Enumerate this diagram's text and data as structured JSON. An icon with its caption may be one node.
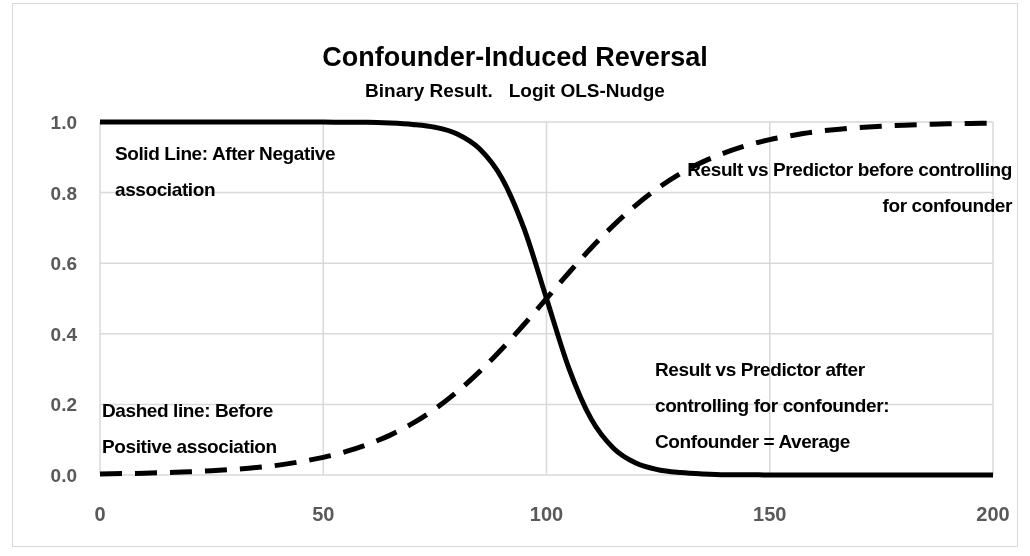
{
  "diagram": {
    "title": "Confounder-Induced Reversal",
    "labels": [
      "Binary Result.   Logit OLS-Nudge"
    ],
    "chart_data": {
      "type": "line",
      "x": [
        0,
        5,
        10,
        15,
        20,
        25,
        30,
        35,
        40,
        45,
        50,
        55,
        60,
        65,
        70,
        75,
        80,
        85,
        90,
        95,
        100,
        105,
        110,
        115,
        120,
        125,
        130,
        135,
        140,
        145,
        150,
        155,
        160,
        165,
        170,
        175,
        180,
        185,
        190,
        195,
        200
      ],
      "series": [
        {
          "color": "#000000",
          "line_style": "solid",
          "values": [
            1,
            1,
            1,
            1,
            1,
            1,
            1,
            1,
            1,
            1,
            1,
            0.999,
            0.999,
            0.997,
            0.993,
            0.985,
            0.966,
            0.924,
            0.841,
            0.697,
            0.5,
            0.303,
            0.159,
            0.076,
            0.034,
            0.015,
            0.007,
            0.003,
            0.001,
            0.001,
            0,
            0,
            0,
            0,
            0,
            0,
            0,
            0,
            0,
            0,
            0
          ]
        },
        {
          "color": "#000000",
          "line_style": "dashed",
          "values": [
            0.003,
            0.004,
            0.005,
            0.007,
            0.009,
            0.012,
            0.016,
            0.021,
            0.028,
            0.038,
            0.05,
            0.066,
            0.087,
            0.113,
            0.146,
            0.187,
            0.236,
            0.293,
            0.357,
            0.427,
            0.5,
            0.573,
            0.643,
            0.707,
            0.764,
            0.813,
            0.854,
            0.887,
            0.913,
            0.934,
            0.95,
            0.962,
            0.972,
            0.979,
            0.984,
            0.988,
            0.991,
            0.993,
            0.995,
            0.996,
            0.997
          ]
        }
      ],
      "grid": true,
      "xlim": [
        0,
        200
      ],
      "ylim": [
        0,
        1
      ],
      "xticks": [
        0,
        50,
        100,
        150,
        200
      ],
      "yticks": [
        {
          "value": 0,
          "label": "0.0"
        },
        {
          "value": 0.2,
          "label": "0.2"
        },
        {
          "value": 0.4,
          "label": "0.4"
        },
        {
          "value": 0.6,
          "label": "0.6"
        },
        {
          "value": 0.8,
          "label": "0.8"
        },
        {
          "value": 1,
          "label": "1.0"
        }
      ],
      "annotations": [
        "Solid Line: After Negative association",
        "Result vs Predictor before controlling for confounder",
        "Result vs Predictor after controlling for confounder: Confounder = Average",
        "Dashed line: Before Positive association"
      ]
    }
  }
}
